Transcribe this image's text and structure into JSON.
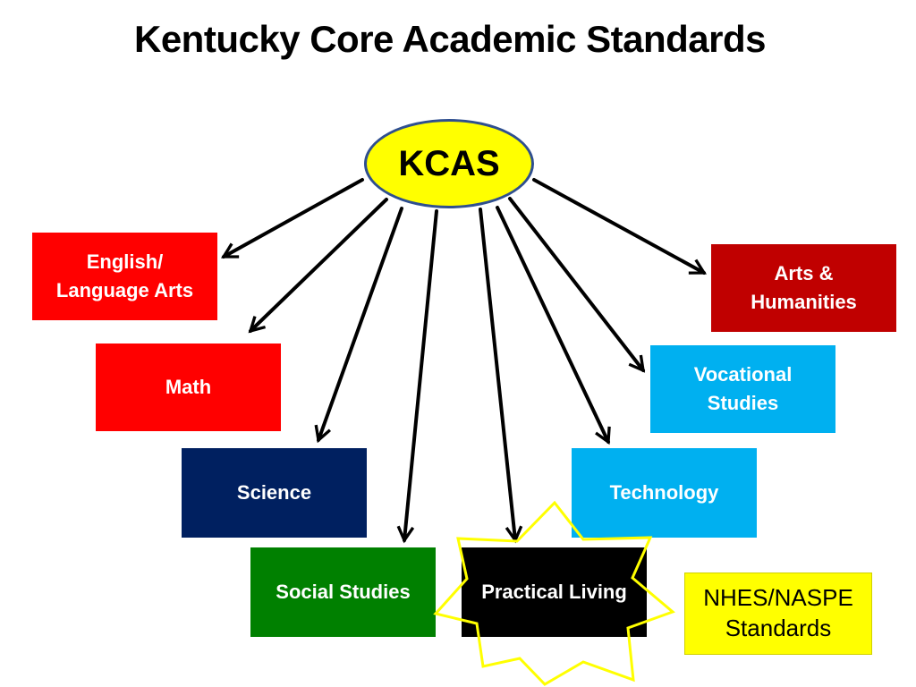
{
  "title": "Kentucky Core Academic Standards",
  "hub": {
    "label": "KCAS",
    "color": "#ffff00"
  },
  "boxes": {
    "english_language_arts": {
      "label": "English/\nLanguage Arts",
      "color": "#ff0000"
    },
    "math": {
      "label": "Math",
      "color": "#ff0000"
    },
    "science": {
      "label": "Science",
      "color": "#002060"
    },
    "social_studies": {
      "label": "Social Studies",
      "color": "#008000"
    },
    "practical_living": {
      "label": "Practical Living",
      "color": "#000000"
    },
    "technology": {
      "label": "Technology",
      "color": "#00b0f0"
    },
    "vocational_studies": {
      "label": "Vocational\nStudies",
      "color": "#00b0f0"
    },
    "arts_humanities": {
      "label": "Arts &\nHumanities",
      "color": "#c00000"
    }
  },
  "callout": {
    "label": "NHES/NASPE\nStandards",
    "color": "#ffff00"
  },
  "highlight": {
    "shape": "star-icon",
    "color": "#ffff00"
  }
}
